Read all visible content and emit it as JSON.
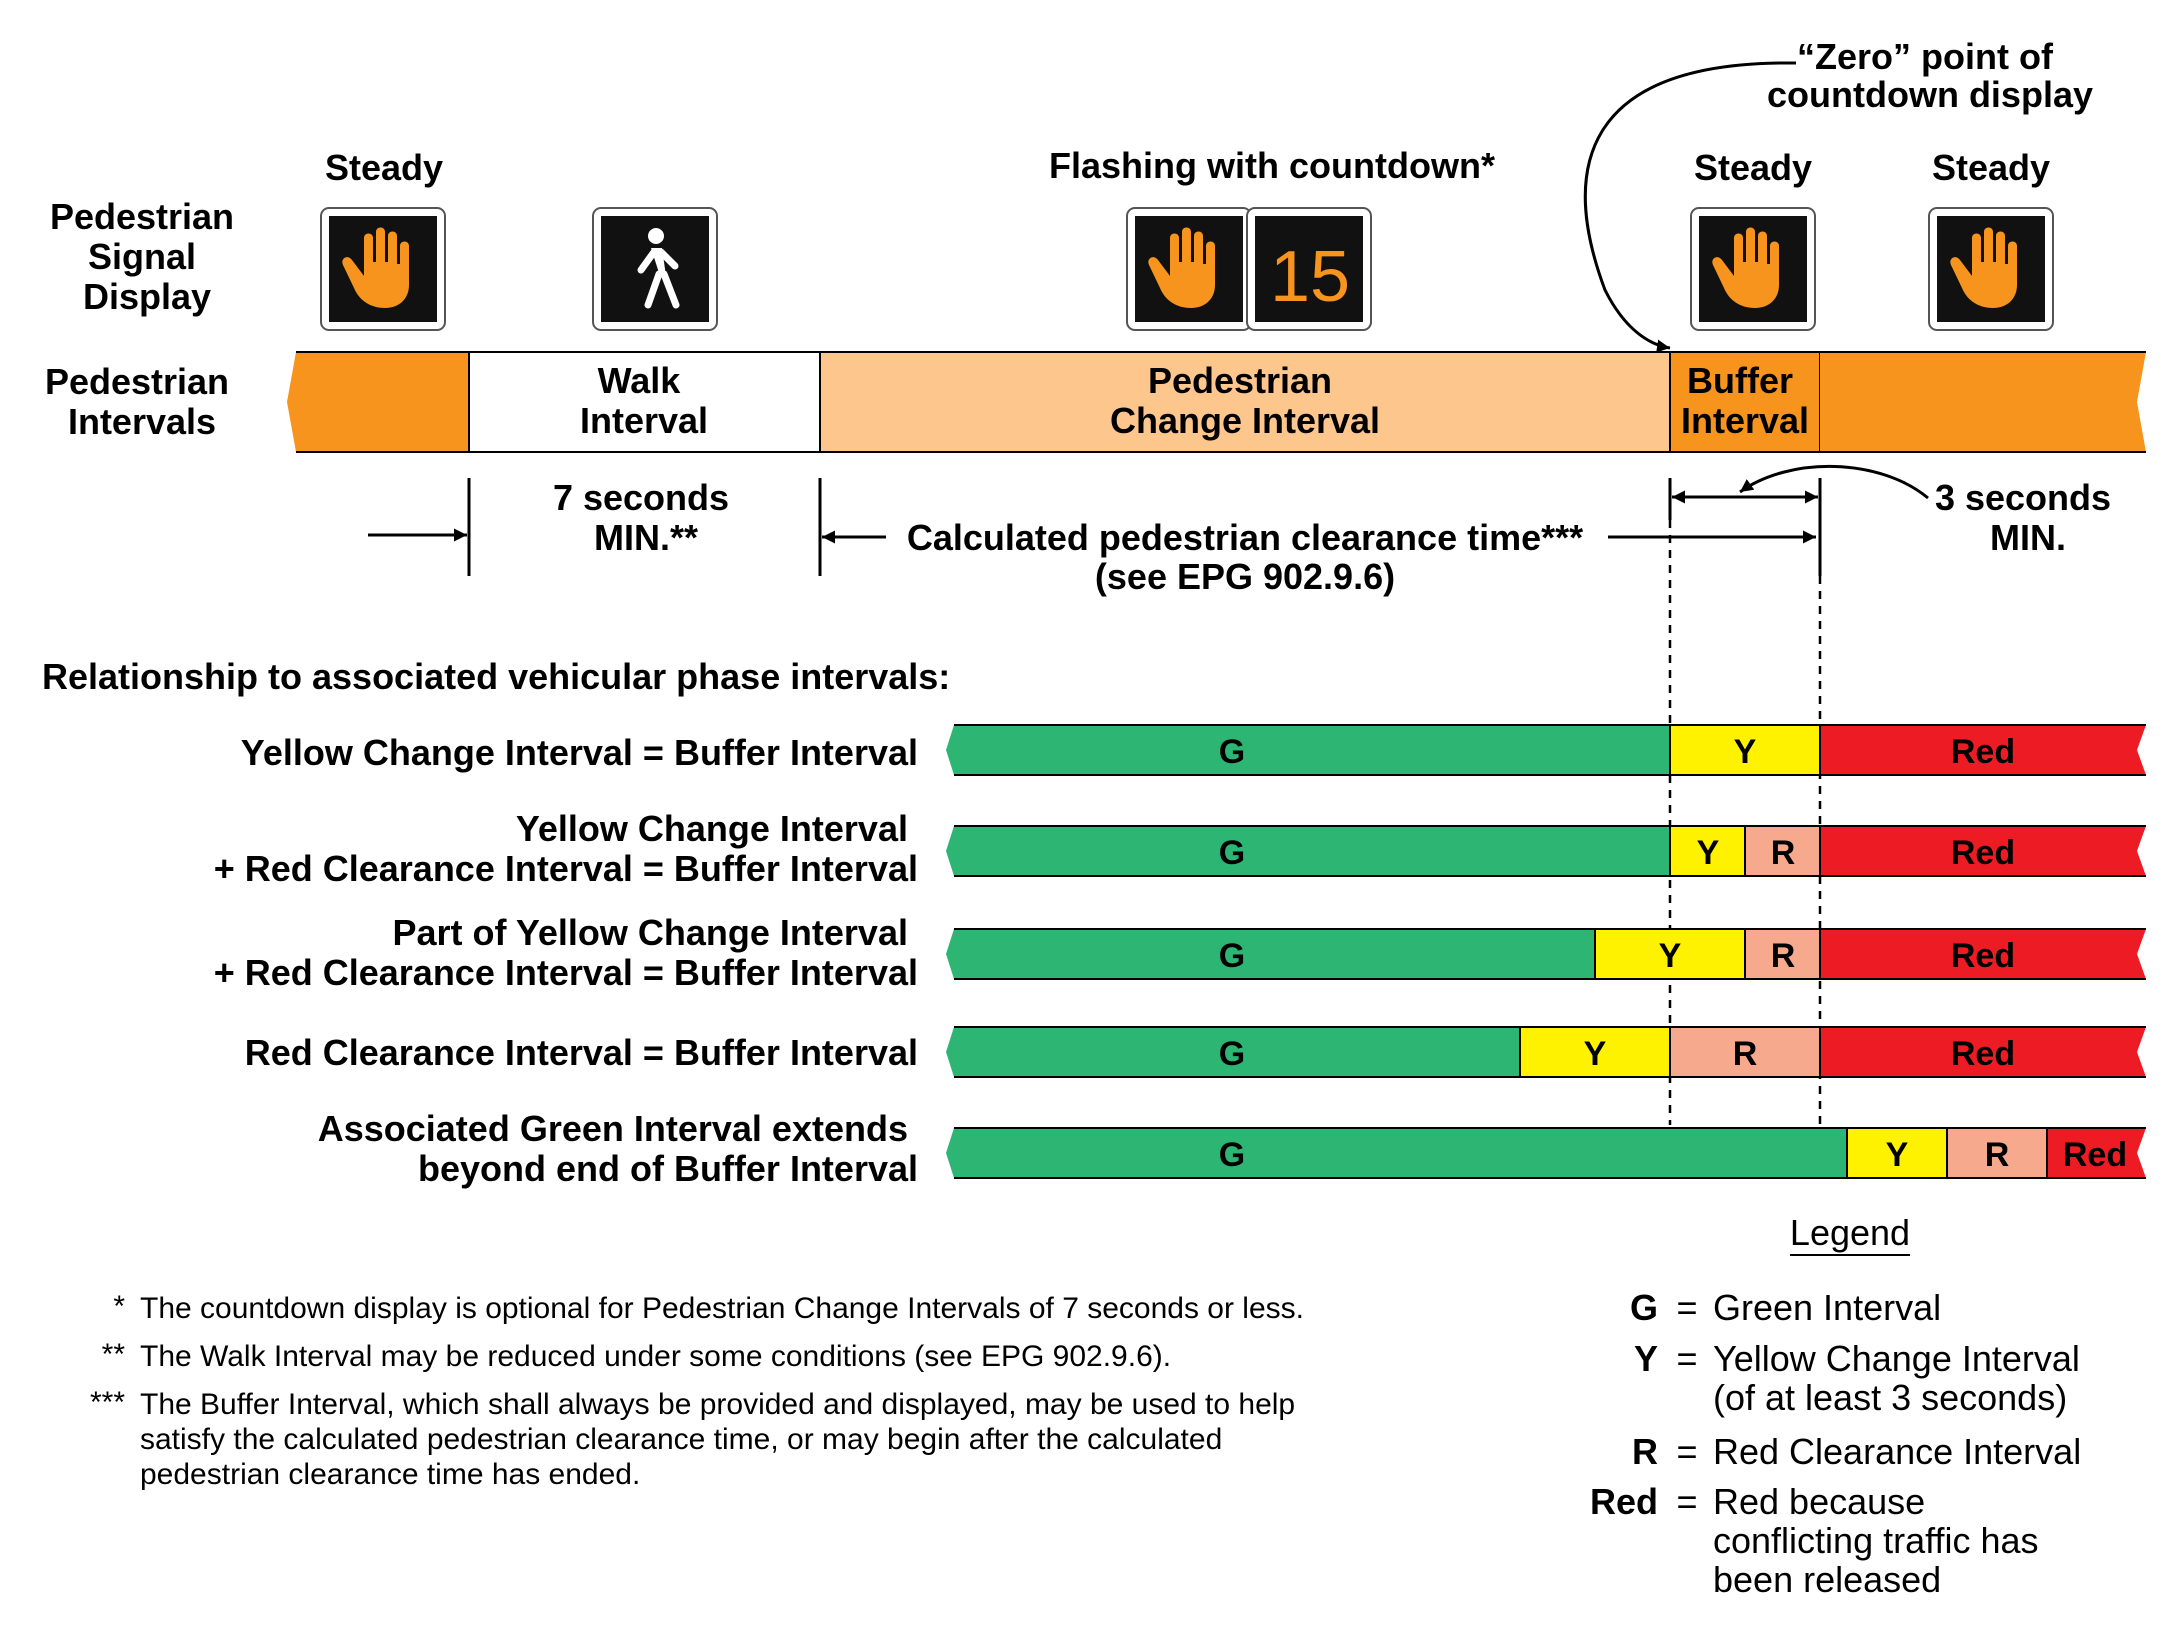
{
  "colors": {
    "dark_orange": "#F7941D",
    "light_orange": "#FDC68C",
    "green": "#2DB574",
    "yellow": "#FFF200",
    "salmon": "#F7A98E",
    "red": "#ED1C24",
    "ink": "#000000"
  },
  "icons": {
    "hand": "upraised-hand-icon",
    "walk": "walking-person-icon",
    "countdown": "countdown-digits-icon"
  },
  "header": {
    "signal_display_label": [
      "Pedestrian",
      "Signal",
      "Display"
    ],
    "intervals_label": [
      "Pedestrian",
      "Intervals"
    ],
    "steady_1": "Steady",
    "flashing": "Flashing with countdown*",
    "steady_2": "Steady",
    "steady_3": "Steady",
    "countdown_value": "15",
    "zero_point": [
      "“Zero” point of",
      "countdown display"
    ]
  },
  "intervals": {
    "walk": [
      "Walk",
      "Interval"
    ],
    "change": [
      "Pedestrian",
      "Change Interval"
    ],
    "buffer": [
      "Buffer",
      "Interval"
    ]
  },
  "timing": {
    "walk_min": [
      "7 seconds",
      "MIN.**"
    ],
    "clearance": "Calculated pedestrian clearance time***",
    "clearance_ref": "(see EPG 902.9.6)",
    "buffer_min": [
      "3 seconds",
      "MIN."
    ]
  },
  "relationship": {
    "heading": "Relationship to associated vehicular phase intervals:",
    "rows": [
      {
        "label": [
          "Yellow Change Interval = Buffer Interval"
        ],
        "segments": [
          "G",
          "Y",
          "Red"
        ]
      },
      {
        "label": [
          "Yellow Change Interval",
          "+ Red Clearance Interval = Buffer Interval"
        ],
        "segments": [
          "G",
          "Y",
          "R",
          "Red"
        ]
      },
      {
        "label": [
          "Part of Yellow Change Interval",
          "+ Red Clearance Interval = Buffer Interval"
        ],
        "segments": [
          "G",
          "Y",
          "R",
          "Red"
        ]
      },
      {
        "label": [
          "Red Clearance Interval = Buffer Interval"
        ],
        "segments": [
          "G",
          "Y",
          "R",
          "Red"
        ]
      },
      {
        "label": [
          "Associated Green Interval extends",
          "beyond end of Buffer Interval"
        ],
        "segments": [
          "G",
          "Y",
          "R",
          "Red"
        ]
      }
    ]
  },
  "footnotes": [
    {
      "mark": "*",
      "lines": [
        "The countdown display is optional for Pedestrian Change Intervals of 7 seconds or less."
      ]
    },
    {
      "mark": "**",
      "lines": [
        "The Walk Interval may be reduced under some conditions (see EPG 902.9.6)."
      ]
    },
    {
      "mark": "***",
      "lines": [
        "The Buffer Interval, which shall always be provided and displayed, may be used to help",
        "satisfy the calculated pedestrian clearance time, or may begin after the calculated",
        "pedestrian clearance time has ended."
      ]
    }
  ],
  "legend": {
    "title": "Legend",
    "items": [
      {
        "key": "G",
        "eq": "=",
        "lines": [
          "Green Interval"
        ]
      },
      {
        "key": "Y",
        "eq": "=",
        "lines": [
          "Yellow Change Interval",
          "(of at least 3 seconds)"
        ]
      },
      {
        "key": "R",
        "eq": "=",
        "lines": [
          "Red Clearance Interval"
        ]
      },
      {
        "key": "Red",
        "eq": "=",
        "lines": [
          "Red because",
          "conflicting traffic has",
          "been released"
        ]
      }
    ]
  }
}
